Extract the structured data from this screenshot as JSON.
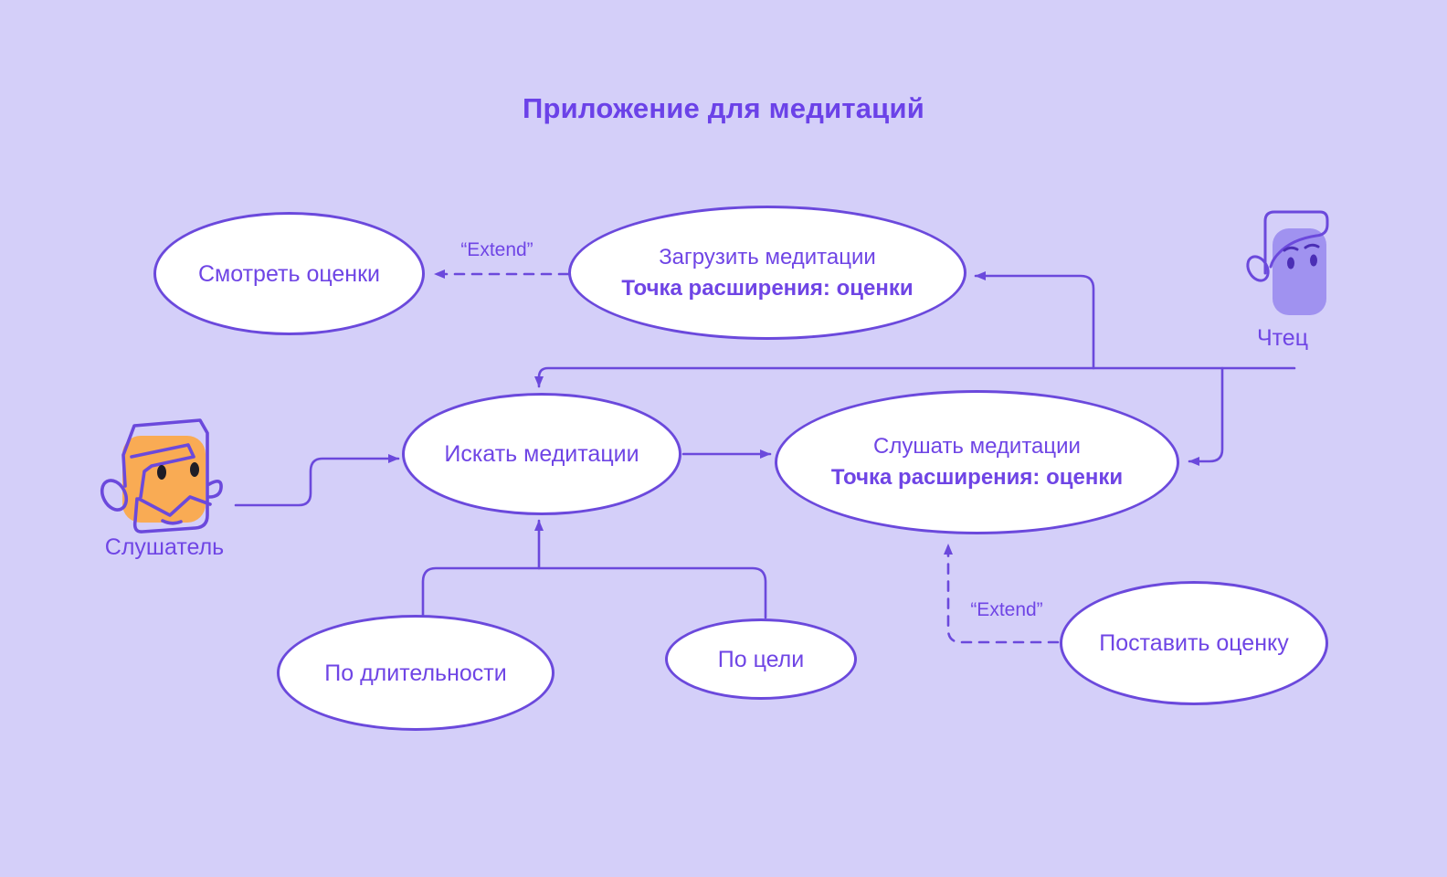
{
  "title": "Приложение для медитаций",
  "colors": {
    "background": "#D4CFF9",
    "stroke": "#6B49DC",
    "text": "#6F45E5",
    "title": "#6B42E8",
    "ellipse_fill": "#FFFFFF",
    "listener_skin": "#F9AB54",
    "reader_skin": "#A092F0",
    "listener_eye": "#1F1D26",
    "reader_eye": "#4B2EB5"
  },
  "actors": [
    {
      "id": "listener",
      "label": "Слушатель"
    },
    {
      "id": "reader",
      "label": "Чтец"
    }
  ],
  "use_cases": [
    {
      "id": "view-ratings",
      "label": "Смотреть оценки"
    },
    {
      "id": "upload-meditations",
      "label": "Загрузить медитации",
      "extension": "Точка расширения: оценки"
    },
    {
      "id": "search-meditations",
      "label": "Искать медитации"
    },
    {
      "id": "listen-meditations",
      "label": "Слушать медитации",
      "extension": "Точка расширения: оценки"
    },
    {
      "id": "by-duration",
      "label": "По длительности"
    },
    {
      "id": "by-goal",
      "label": "По цели"
    },
    {
      "id": "rate",
      "label": "Поставить оценку"
    }
  ],
  "edge_labels": {
    "extend_top": "“Extend”",
    "extend_bottom": "“Extend”"
  }
}
